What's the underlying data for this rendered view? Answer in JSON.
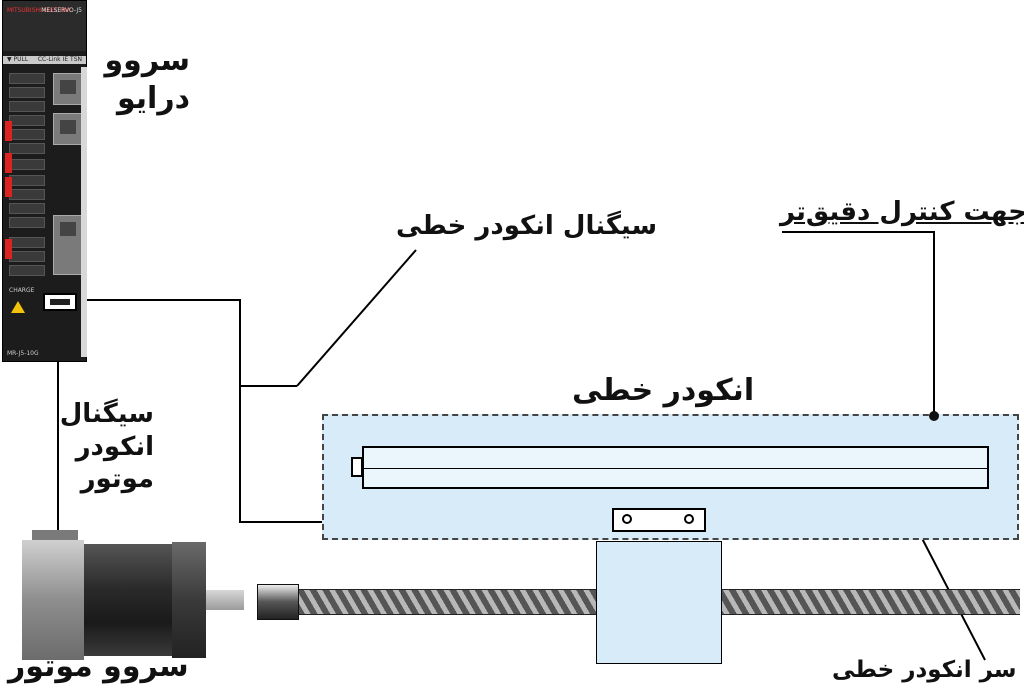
{
  "labels": {
    "servo_drive": [
      "سروو",
      "درایو"
    ],
    "linear_encoder_signal": "سیگنال انکودر خطی",
    "fine_control": "جهت کنترل دقیق‌تر",
    "linear_encoder": "انکودر خطی",
    "motor_encoder_signal": [
      "سیگنال",
      "انکودر",
      "موتور"
    ],
    "servo_motor": "سروو موتور",
    "encoder_head": "سر انکودر خطی"
  },
  "drive": {
    "brand": "MITSUBISHI ELECTRIC",
    "series": "MELSERVO-J5",
    "pull": "▼ PULL",
    "network": "CC-Link IE TSN",
    "charge": "CHARGE",
    "model": "MR-J5-10G"
  },
  "colors": {
    "accent_fill": "#d7ecf8",
    "wire": "#000000"
  }
}
